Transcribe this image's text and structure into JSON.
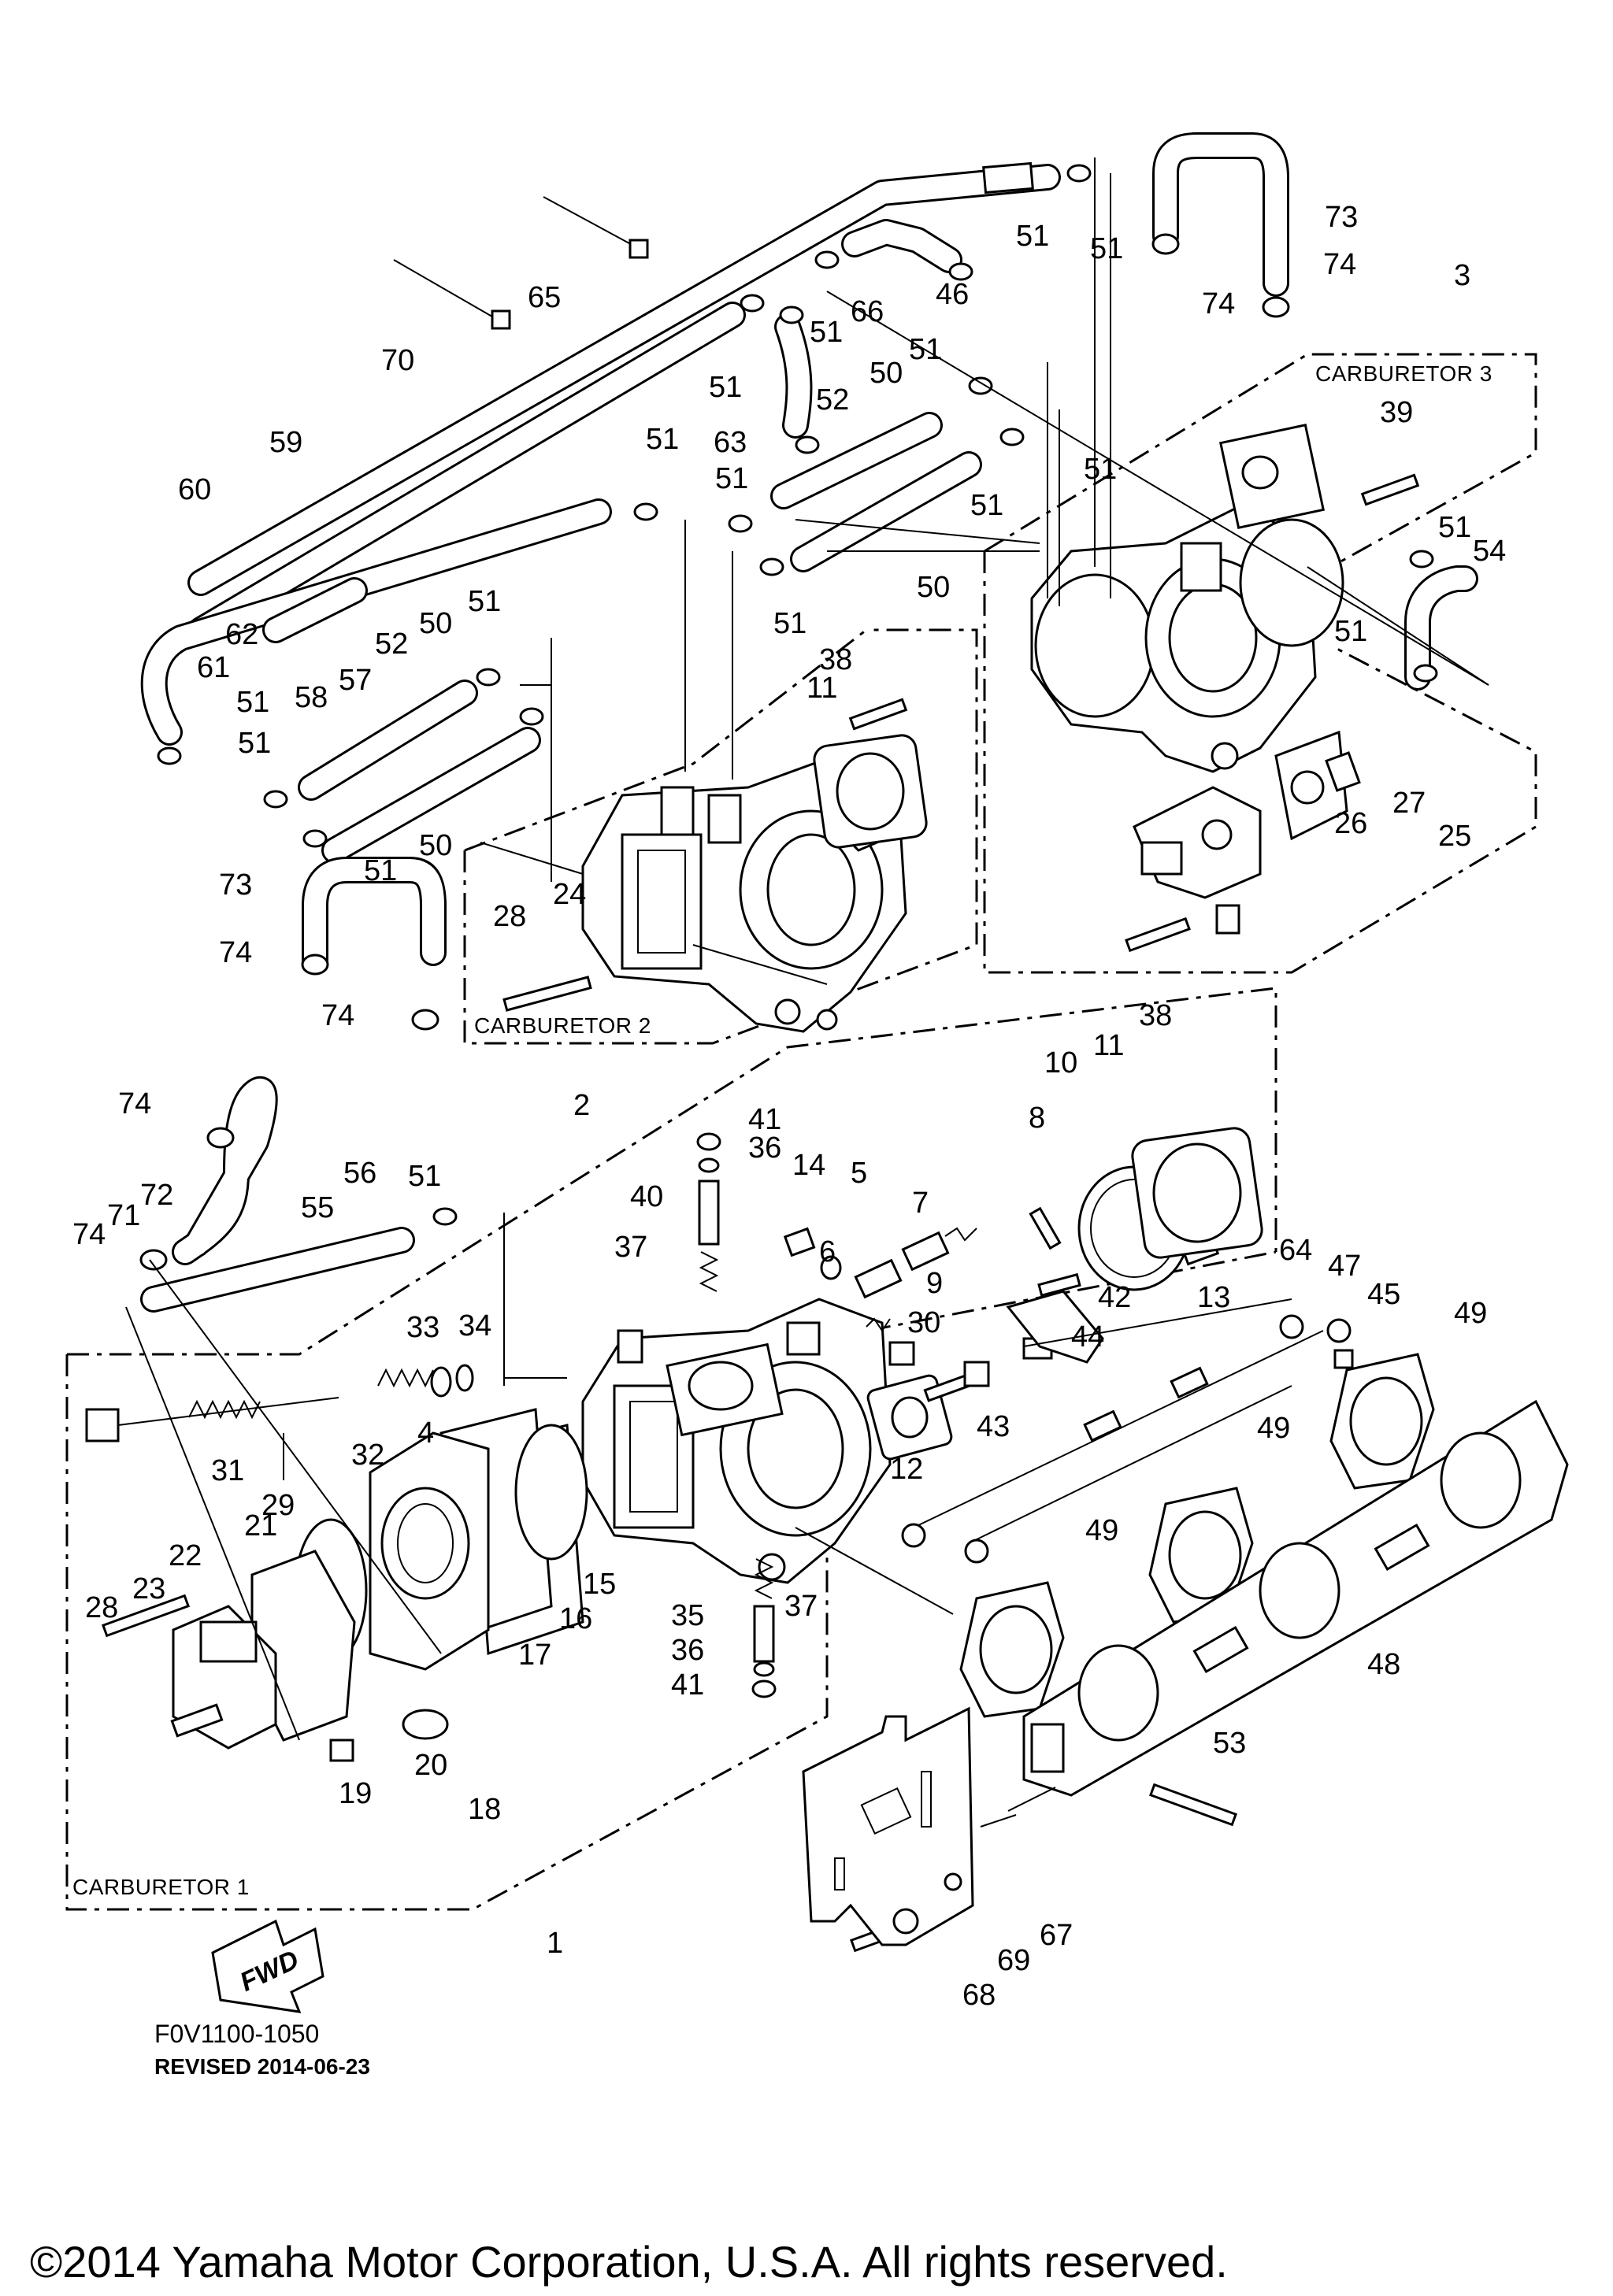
{
  "groups": {
    "carburetor_1": "CARBURETOR 1",
    "carburetor_2": "CARBURETOR 2",
    "carburetor_3": "CARBURETOR 3"
  },
  "footer": {
    "code": "F0V1100-1050",
    "revised": "REVISED 2014-06-23",
    "copyright": "©2014 Yamaha Motor Corporation, U.S.A. All rights reserved."
  },
  "fwd_label": "FWD",
  "callouts": [
    {
      "id": "c1",
      "text": "1"
    },
    {
      "id": "c2",
      "text": "2"
    },
    {
      "id": "c3",
      "text": "3"
    },
    {
      "id": "c4",
      "text": "4"
    },
    {
      "id": "c5",
      "text": "5"
    },
    {
      "id": "c6",
      "text": "6"
    },
    {
      "id": "c7",
      "text": "7"
    },
    {
      "id": "c8",
      "text": "8"
    },
    {
      "id": "c9",
      "text": "9"
    },
    {
      "id": "c10",
      "text": "10"
    },
    {
      "id": "c11a",
      "text": "11"
    },
    {
      "id": "c11b",
      "text": "11"
    },
    {
      "id": "c12",
      "text": "12"
    },
    {
      "id": "c13",
      "text": "13"
    },
    {
      "id": "c14",
      "text": "14"
    },
    {
      "id": "c15",
      "text": "15"
    },
    {
      "id": "c16",
      "text": "16"
    },
    {
      "id": "c17",
      "text": "17"
    },
    {
      "id": "c18",
      "text": "18"
    },
    {
      "id": "c19",
      "text": "19"
    },
    {
      "id": "c20",
      "text": "20"
    },
    {
      "id": "c21",
      "text": "21"
    },
    {
      "id": "c22",
      "text": "22"
    },
    {
      "id": "c23",
      "text": "23"
    },
    {
      "id": "c24",
      "text": "24"
    },
    {
      "id": "c25",
      "text": "25"
    },
    {
      "id": "c26",
      "text": "26"
    },
    {
      "id": "c27",
      "text": "27"
    },
    {
      "id": "c28a",
      "text": "28"
    },
    {
      "id": "c28b",
      "text": "28"
    },
    {
      "id": "c29",
      "text": "29"
    },
    {
      "id": "c30",
      "text": "30"
    },
    {
      "id": "c31",
      "text": "31"
    },
    {
      "id": "c32",
      "text": "32"
    },
    {
      "id": "c33",
      "text": "33"
    },
    {
      "id": "c34",
      "text": "34"
    },
    {
      "id": "c35",
      "text": "35"
    },
    {
      "id": "c36a",
      "text": "36"
    },
    {
      "id": "c36b",
      "text": "36"
    },
    {
      "id": "c37a",
      "text": "37"
    },
    {
      "id": "c37b",
      "text": "37"
    },
    {
      "id": "c38a",
      "text": "38"
    },
    {
      "id": "c38b",
      "text": "38"
    },
    {
      "id": "c39",
      "text": "39"
    },
    {
      "id": "c40",
      "text": "40"
    },
    {
      "id": "c41a",
      "text": "41"
    },
    {
      "id": "c41b",
      "text": "41"
    },
    {
      "id": "c42",
      "text": "42"
    },
    {
      "id": "c43",
      "text": "43"
    },
    {
      "id": "c44",
      "text": "44"
    },
    {
      "id": "c45",
      "text": "45"
    },
    {
      "id": "c46",
      "text": "46"
    },
    {
      "id": "c47",
      "text": "47"
    },
    {
      "id": "c48",
      "text": "48"
    },
    {
      "id": "c49a",
      "text": "49"
    },
    {
      "id": "c49b",
      "text": "49"
    },
    {
      "id": "c49c",
      "text": "49"
    },
    {
      "id": "c50a",
      "text": "50"
    },
    {
      "id": "c50b",
      "text": "50"
    },
    {
      "id": "c50c",
      "text": "50"
    },
    {
      "id": "c50d",
      "text": "50"
    },
    {
      "id": "c51a",
      "text": "51"
    },
    {
      "id": "c51b",
      "text": "51"
    },
    {
      "id": "c51c",
      "text": "51"
    },
    {
      "id": "c51d",
      "text": "51"
    },
    {
      "id": "c51e",
      "text": "51"
    },
    {
      "id": "c51f",
      "text": "51"
    },
    {
      "id": "c51g",
      "text": "51"
    },
    {
      "id": "c51h",
      "text": "51"
    },
    {
      "id": "c51i",
      "text": "51"
    },
    {
      "id": "c51j",
      "text": "51"
    },
    {
      "id": "c51k",
      "text": "51"
    },
    {
      "id": "c51l",
      "text": "51"
    },
    {
      "id": "c51m",
      "text": "51"
    },
    {
      "id": "c51n",
      "text": "51"
    },
    {
      "id": "c51o",
      "text": "51"
    },
    {
      "id": "c51p",
      "text": "51"
    },
    {
      "id": "c51q",
      "text": "51"
    },
    {
      "id": "c52a",
      "text": "52"
    },
    {
      "id": "c52b",
      "text": "52"
    },
    {
      "id": "c53",
      "text": "53"
    },
    {
      "id": "c54",
      "text": "54"
    },
    {
      "id": "c55",
      "text": "55"
    },
    {
      "id": "c56",
      "text": "56"
    },
    {
      "id": "c57",
      "text": "57"
    },
    {
      "id": "c58",
      "text": "58"
    },
    {
      "id": "c59",
      "text": "59"
    },
    {
      "id": "c60",
      "text": "60"
    },
    {
      "id": "c61",
      "text": "61"
    },
    {
      "id": "c62",
      "text": "62"
    },
    {
      "id": "c63",
      "text": "63"
    },
    {
      "id": "c64",
      "text": "64"
    },
    {
      "id": "c65",
      "text": "65"
    },
    {
      "id": "c66",
      "text": "66"
    },
    {
      "id": "c67",
      "text": "67"
    },
    {
      "id": "c68",
      "text": "68"
    },
    {
      "id": "c69",
      "text": "69"
    },
    {
      "id": "c70",
      "text": "70"
    },
    {
      "id": "c71",
      "text": "71"
    },
    {
      "id": "c72",
      "text": "72"
    },
    {
      "id": "c73a",
      "text": "73"
    },
    {
      "id": "c73b",
      "text": "73"
    },
    {
      "id": "c74a",
      "text": "74"
    },
    {
      "id": "c74b",
      "text": "74"
    },
    {
      "id": "c74c",
      "text": "74"
    },
    {
      "id": "c74d",
      "text": "74"
    },
    {
      "id": "c74e",
      "text": "74"
    },
    {
      "id": "c74f",
      "text": "74"
    }
  ]
}
